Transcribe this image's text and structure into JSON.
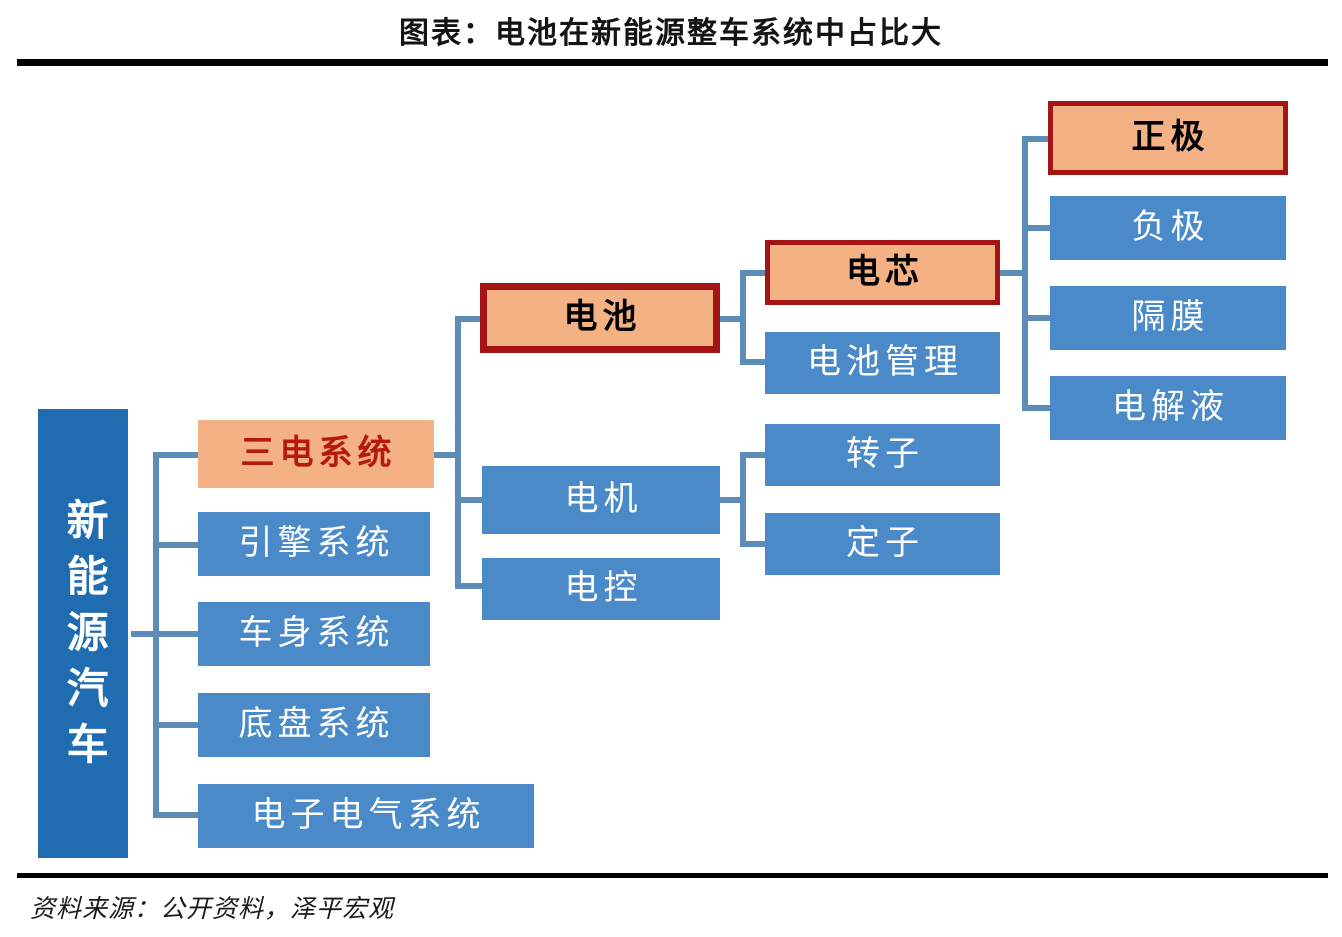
{
  "header": {
    "title": "图表：电池在新能源整车系统中占比大"
  },
  "footer": {
    "source": "资料来源：公开资料，泽平宏观"
  },
  "colors": {
    "blue_fill": "#4a8ac9",
    "root_fill": "#1f6cb0",
    "orange_fill": "#f4b183",
    "highlight_border": "#a51414",
    "highlight_text": "#b51a0f",
    "connector": "#5b8db8",
    "rule": "#000000"
  },
  "chart_data": {
    "type": "diagram",
    "title": "图表：电池在新能源整车系统中占比大",
    "root": "新能源汽车",
    "levels": 5,
    "nodes": [
      {
        "id": "root",
        "label": "新能源汽车",
        "level": 0,
        "style": "root",
        "parent": null
      },
      {
        "id": "l2a",
        "label": "三电系统",
        "level": 1,
        "style": "orange-redtext",
        "parent": "root"
      },
      {
        "id": "l2b",
        "label": "引擎系统",
        "level": 1,
        "style": "blue",
        "parent": "root"
      },
      {
        "id": "l2c",
        "label": "车身系统",
        "level": 1,
        "style": "blue",
        "parent": "root"
      },
      {
        "id": "l2d",
        "label": "底盘系统",
        "level": 1,
        "style": "blue",
        "parent": "root"
      },
      {
        "id": "l2e",
        "label": "电子电气系统",
        "level": 1,
        "style": "blue",
        "parent": "root"
      },
      {
        "id": "l3a",
        "label": "电池",
        "level": 2,
        "style": "orange-hl",
        "parent": "l2a"
      },
      {
        "id": "l3b",
        "label": "电机",
        "level": 2,
        "style": "blue",
        "parent": "l2a"
      },
      {
        "id": "l3c",
        "label": "电控",
        "level": 2,
        "style": "blue",
        "parent": "l2a"
      },
      {
        "id": "l4a",
        "label": "电芯",
        "level": 3,
        "style": "orange-hl",
        "parent": "l3a"
      },
      {
        "id": "l4b",
        "label": "电池管理",
        "level": 3,
        "style": "blue",
        "parent": "l3a"
      },
      {
        "id": "l4c",
        "label": "转子",
        "level": 3,
        "style": "blue",
        "parent": "l3b"
      },
      {
        "id": "l4d",
        "label": "定子",
        "level": 3,
        "style": "blue",
        "parent": "l3b"
      },
      {
        "id": "l5a",
        "label": "正极",
        "level": 4,
        "style": "orange-hl",
        "parent": "l4a"
      },
      {
        "id": "l5b",
        "label": "负极",
        "level": 4,
        "style": "blue",
        "parent": "l4a"
      },
      {
        "id": "l5c",
        "label": "隔膜",
        "level": 4,
        "style": "blue",
        "parent": "l4a"
      },
      {
        "id": "l5d",
        "label": "电解液",
        "level": 4,
        "style": "blue",
        "parent": "l4a"
      }
    ],
    "highlighted_path": [
      "三电系统",
      "电池",
      "电芯",
      "正极"
    ]
  },
  "nodes": {
    "root": "新能源汽车",
    "l2a": "三电系统",
    "l2b": "引擎系统",
    "l2c": "车身系统",
    "l2d": "底盘系统",
    "l2e": "电子电气系统",
    "l3a": "电池",
    "l3b": "电机",
    "l3c": "电控",
    "l4a": "电芯",
    "l4b": "电池管理",
    "l4c": "转子",
    "l4d": "定子",
    "l5a": "正极",
    "l5b": "负极",
    "l5c": "隔膜",
    "l5d": "电解液"
  }
}
